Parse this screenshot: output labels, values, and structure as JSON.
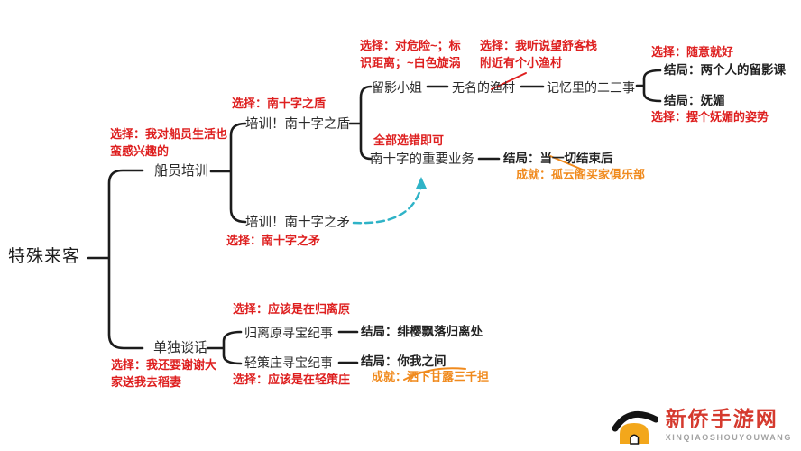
{
  "root": {
    "label": "特殊来客"
  },
  "crew": {
    "choice": "选择：我对船员生活也\n蛮感兴趣的",
    "node": "船员培训",
    "shield": {
      "choice": "选择：南十字之盾",
      "node": "培训！南十字之盾",
      "photo": {
        "choice": "选择：对危险~；标\n识距离；~白色旋涡",
        "node": "留影小姐",
        "village": {
          "choice": "选择：我听说望舒客栈\n附近有个小渔村",
          "node": "无名的渔村"
        },
        "memories": {
          "node": "记忆里的二三事",
          "photo_class": {
            "choice": "选择：随意就好",
            "ending": "结局：两个人的留影课"
          },
          "charming": {
            "ending": "结局：妩媚",
            "choice": "选择：摆个妩媚的姿势"
          }
        }
      },
      "business": {
        "note": "全部选错即可",
        "node": "南十字的重要业务",
        "ending": "结局：当一切结束后",
        "achievement": "成就：孤云阁买家俱乐部"
      }
    },
    "spear": {
      "node": "培训！南十字之矛",
      "choice": "选择：南十字之矛"
    }
  },
  "talk": {
    "node": "单独谈话",
    "choice": "选择：我还要谢谢大\n家送我去稻妻",
    "guili": {
      "choice": "选择：应该是在归离原",
      "node": "归离原寻宝纪事",
      "ending": "结局：绯樱飘落归离处"
    },
    "qingce": {
      "node": "轻策庄寻宝纪事",
      "ending": "结局：你我之间",
      "choice": "选择：应该是在轻策庄",
      "achievement": "成就：洒下甘露三千担"
    }
  },
  "watermark": {
    "site_name": "新侨手游网",
    "site_romanized": "XINQIAOSHOUYOUWANG"
  },
  "colors": {
    "choice_red": "#de1f1f",
    "achievement_orange": "#f08a1d",
    "node_black": "#2b2b2b",
    "line_black": "#1c1c1c",
    "arrow_cyan": "#2fb3c7",
    "logo_red": "#d53a2e",
    "logo_orange": "#f3a71b"
  }
}
